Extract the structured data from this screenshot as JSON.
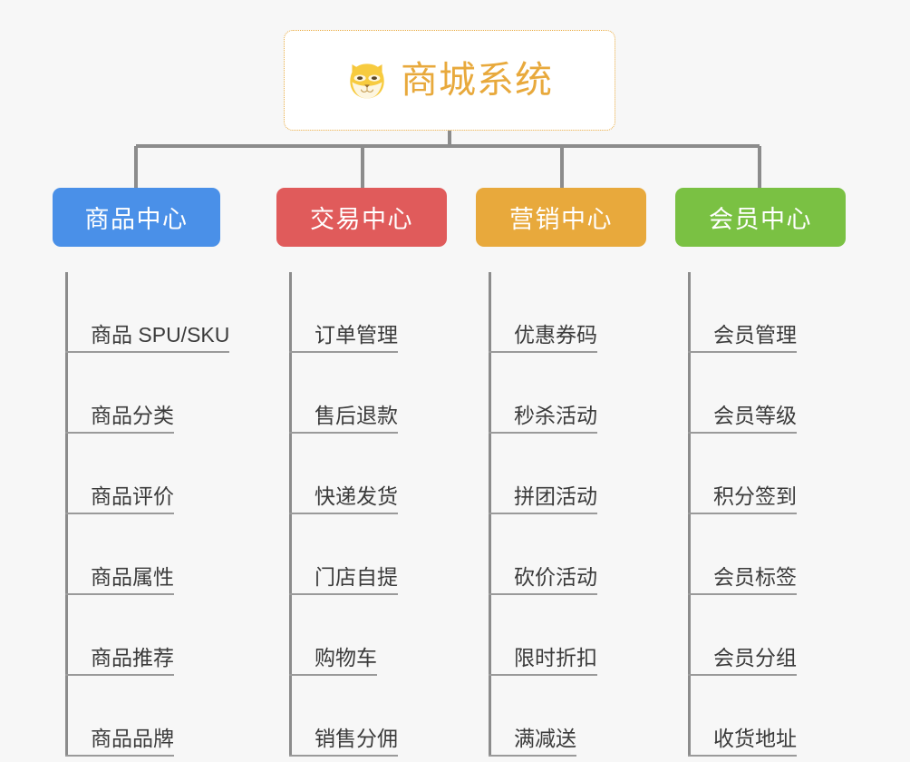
{
  "page": {
    "background_color": "#f7f7f7",
    "type": "org-chart"
  },
  "root": {
    "title": "商城系统",
    "icon": "shiba-dog-face-icon",
    "title_color": "#e8a93c",
    "border_color": "#e8a93c",
    "background_color": "#ffffff"
  },
  "connector": {
    "color": "#8c8c8c"
  },
  "columns": [
    {
      "id": "product-center",
      "label": "商品中心",
      "color": "#4a90e8",
      "items": [
        {
          "label": "商品 SPU/SKU"
        },
        {
          "label": "商品分类"
        },
        {
          "label": "商品评价"
        },
        {
          "label": "商品属性"
        },
        {
          "label": "商品推荐"
        },
        {
          "label": "商品品牌"
        }
      ]
    },
    {
      "id": "trade-center",
      "label": "交易中心",
      "color": "#e05b5b",
      "items": [
        {
          "label": "订单管理"
        },
        {
          "label": "售后退款"
        },
        {
          "label": "快递发货"
        },
        {
          "label": "门店自提"
        },
        {
          "label": "购物车"
        },
        {
          "label": "销售分佣"
        }
      ]
    },
    {
      "id": "marketing-center",
      "label": "营销中心",
      "color": "#e8a93c",
      "items": [
        {
          "label": "优惠券码"
        },
        {
          "label": "秒杀活动"
        },
        {
          "label": "拼团活动"
        },
        {
          "label": "砍价活动"
        },
        {
          "label": "限时折扣"
        },
        {
          "label": "满减送"
        }
      ]
    },
    {
      "id": "member-center",
      "label": "会员中心",
      "color": "#7ac143",
      "items": [
        {
          "label": "会员管理"
        },
        {
          "label": "会员等级"
        },
        {
          "label": "积分签到"
        },
        {
          "label": "会员标签"
        },
        {
          "label": "会员分组"
        },
        {
          "label": "收货地址"
        }
      ]
    }
  ]
}
